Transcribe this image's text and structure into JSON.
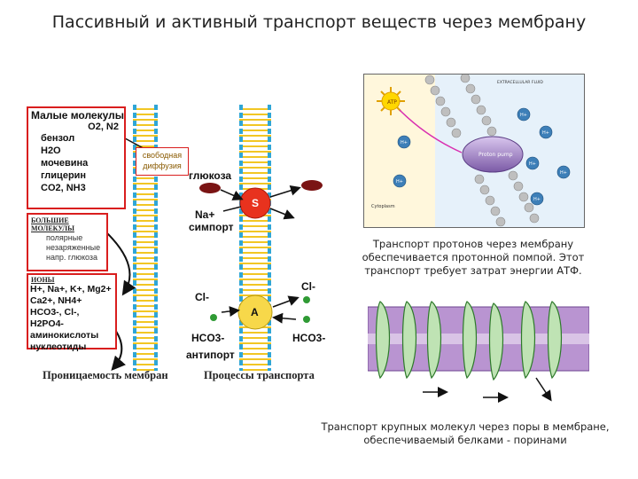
{
  "title": "Пассивный и активный транспорт веществ через мембрану",
  "left_panel": {
    "small_molecules_box": {
      "heading": "Малые молекулы",
      "gases": "O2, N2",
      "items": [
        "бензол",
        "H2O",
        "мочевина",
        "глицерин",
        "CO2, NH3"
      ]
    },
    "large_molecules_box": {
      "heading": "БОЛЬШИЕ МОЛЕКУЛЫ",
      "lines": [
        "полярные",
        "незаряженные",
        "напр. глюкоза"
      ]
    },
    "ions_box": {
      "heading": "ИОНЫ",
      "lines": [
        "H+, Na+, K+, Mg2+",
        "Ca2+, NH4+",
        "HCO3-, Cl-, H2PO4-",
        "аминокислоты",
        "нуклеотиды"
      ]
    },
    "free_diffusion_label": [
      "свободная",
      "диффузия"
    ],
    "caption_left": "Проницаемость мембран",
    "caption_right": "Процессы транспорта",
    "glucose_label": "глюкоза",
    "symport": {
      "ion": "Na+",
      "label": "симпорт",
      "carrier": "S"
    },
    "antiport": {
      "ion_in": "Cl-",
      "ion_out": "Cl-",
      "label": "антипорт",
      "carrier": "A",
      "hco3": "HCO3-"
    }
  },
  "right_top": {
    "extracellular_label": "EXTRACELLULAR FLUID",
    "cytoplasm_label": "Cytoplasm",
    "atp_label": "ATP",
    "pump_label": "Proton pump",
    "ion_label": "H+",
    "caption": [
      "Транспорт протонов через мембрану",
      "обеспечивается протонной помпой. Этот",
      "транспорт требует затрат энергии АТФ."
    ]
  },
  "right_bottom": {
    "caption": [
      "Транспорт крупных молекул через поры в мембране,",
      "обеспечиваемый  белками - поринами"
    ]
  },
  "colors": {
    "box_border": "#d91e1e",
    "membrane_purple": "#9a6bc0",
    "porin_green": "#bfe3b4",
    "yellow": "#f7d84a",
    "red_carrier": "#e8321e"
  }
}
